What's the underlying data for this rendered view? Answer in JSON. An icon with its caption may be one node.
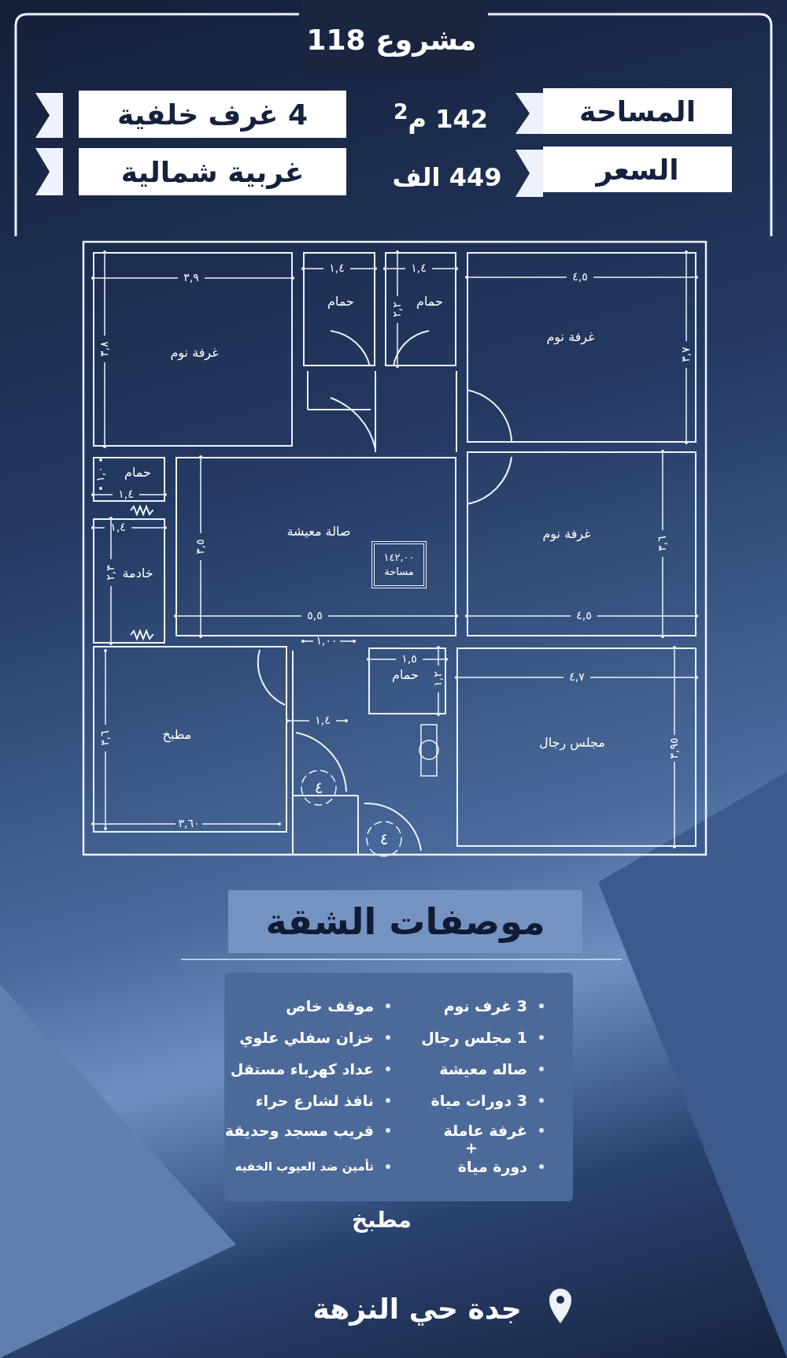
{
  "diagram": {
    "title": "مشروع 118",
    "nodes": [
      {
        "text": [
          "المساحة"
        ]
      },
      {
        "text": [
          "السعر"
        ]
      },
      {
        "text": [
          "4 غرف خلفية"
        ]
      },
      {
        "text": [
          "غربية شمالية"
        ]
      },
      {
        "text": [
          "غرفة نوم"
        ]
      },
      {
        "text": [
          "حمام"
        ]
      },
      {
        "text": [
          "حمام"
        ]
      },
      {
        "text": [
          "غرفة نوم"
        ]
      },
      {
        "text": [
          "حمام"
        ]
      },
      {
        "text": [
          "خادمة"
        ]
      },
      {
        "text": [
          "صالة معيشة"
        ]
      },
      {
        "text": [
          "١٤٢,٠٠",
          "مساحة"
        ],
        "in": 10
      },
      {
        "text": [
          "غرفة نوم"
        ]
      },
      {
        "text": [
          "مطبخ"
        ]
      },
      {
        "text": [
          "حمام"
        ]
      },
      {
        "text": [
          "مجلس رجال"
        ]
      },
      {
        "text": [
          "موصفات الشقة"
        ]
      },
      {
        "text": [
          "3 غرف نوم",
          "موقف خاص",
          "1 مجلس رجال",
          "خزان سفلي علوي",
          "صاله معيشة",
          "عداد كهرباء مستقل",
          "3 دورات مياة",
          "نافذ لشارع حراء",
          "غرفة عاملة",
          "قريب مسجد وحديقة",
          "+",
          "دورة مياة",
          "تأمين ضد العيوب الخفيه"
        ],
        "beside": [
          "مطبخ"
        ]
      }
    ],
    "labels": [
      "142 م$^{2}$",
      "449 الف",
      "٣,٩",
      "١,٤",
      "١,٤",
      "٤,٥",
      "٣,٨",
      "٢,٢",
      "٣,٧",
      "١,٠",
      "١,٤",
      "١,٤",
      "٢,٣",
      "٣,٥",
      "٥,٥",
      "٤,٥",
      "٣,٦",
      "١,٠٠",
      "١,٥",
      "١,٢",
      "١,٤",
      "٣,٦",
      "٣,٦٠",
      "٤,٧",
      "٣,٩٥",
      "٤",
      "٤",
      "جدة حي النزهة"
    ]
  }
}
